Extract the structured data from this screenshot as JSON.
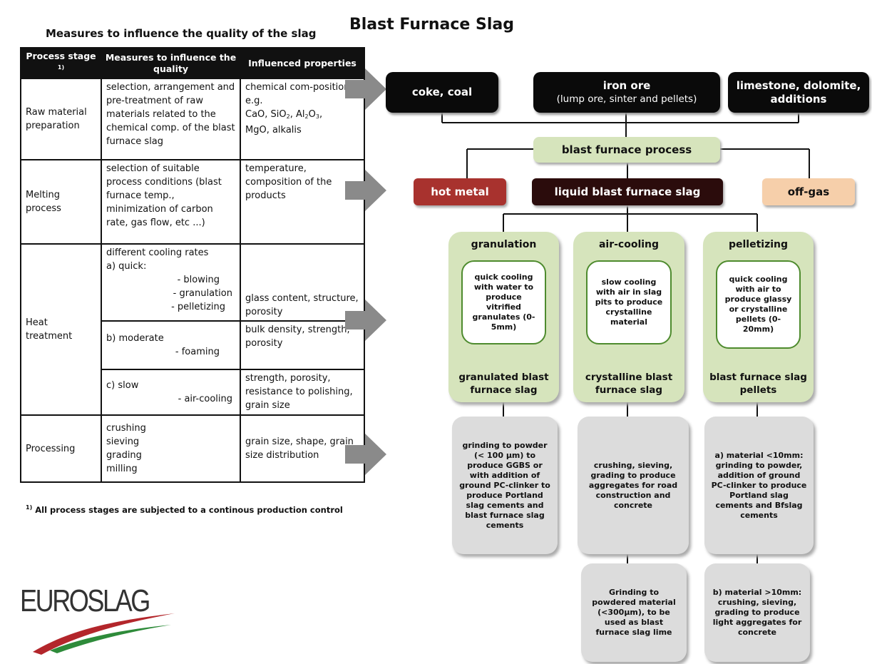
{
  "table": {
    "title": "Measures to influence the quality of the slag",
    "headers": {
      "stage": "Process stage",
      "stage_sup": "1)",
      "measures": "Measures to influence the quality",
      "properties": "Influenced properties"
    },
    "raw": {
      "stage": "Raw material preparation",
      "measures": "selection, arrangement and pre-treatment of raw materials related to the chemical comp. of the blast furnace slag",
      "props_pre": "chemical com-position e.g.",
      "props_cao": "CaO, SiO",
      "props_sio_sub": "2",
      "props_al": ", Al",
      "props_al_sub": "2",
      "props_o": "O",
      "props_o_sub": "3",
      "props_post": ",",
      "props_end": "MgO, alkalis"
    },
    "melting": {
      "stage": "Melting process",
      "measures": "selection of suitable process conditions (blast furnace temp., minimization of carbon rate, gas flow, etc ...)",
      "props": "temperature, composition of the products"
    },
    "heat": {
      "stage": "Heat treatment",
      "quick_1": "different cooling rates",
      "quick_2": "a) quick:",
      "quick_3": "- blowing",
      "quick_4": "- granulation",
      "quick_5": "- pelletizing",
      "quick_props": "glass content, structure, porosity",
      "moderate_1": "b) moderate",
      "moderate_2": "- foaming",
      "moderate_props": "bulk density, strength, porosity",
      "slow_1": "c) slow",
      "slow_2": "- air-cooling",
      "slow_props": "strength, porosity, resistance to polishing, grain size"
    },
    "processing": {
      "stage": "Processing",
      "m1": "crushing",
      "m2": "sieving",
      "m3": "grading",
      "m4": "milling",
      "props": "grain size, shape, grain size distribution"
    },
    "footnote_sup": "1)",
    "footnote": "All process stages are subjected to a continous production control"
  },
  "diagram": {
    "title": "Blast Furnace Slag",
    "inputs": {
      "coke": "coke, coal",
      "iron_1": "iron ore",
      "iron_2": "(lump ore, sinter and pellets)",
      "lime_1": "limestone, dolomite,",
      "lime_2": "additions"
    },
    "process": "blast furnace process",
    "hot_metal": "hot metal",
    "liquid_slag": "liquid blast furnace slag",
    "off_gas": "off-gas",
    "granulation": {
      "title": "granulation",
      "desc": "quick cooling with water to produce vitrified granulates (0-5mm)",
      "product": "granulated blast furnace slag",
      "use": "grinding to powder (< 100 µm) to produce GGBS or with addition of ground PC-clinker to produce Portland slag cements and blast furnace slag cements"
    },
    "aircooling": {
      "title": "air-cooling",
      "desc": "slow cooling with air in slag pits to produce crystalline material",
      "product": "crystalline blast furnace slag",
      "use": "crushing, sieving, grading to produce aggregates for road construction and concrete",
      "use2": "Grinding to powdered material (<300µm), to be used as blast furnace slag lime"
    },
    "pelletizing": {
      "title": "pelletizing",
      "desc": "quick cooling with air to produce glassy or crystalline pellets (0-20mm)",
      "product": "blast furnace slag pellets",
      "use": "a) material <10mm: grinding to powder, addition of ground PC-clinker to produce Portland slag cements and Bfslag cements",
      "use2": "b) material >10mm: crushing, sieving, grading to produce light aggregates for concrete"
    }
  },
  "logo": "EUROSLAG"
}
